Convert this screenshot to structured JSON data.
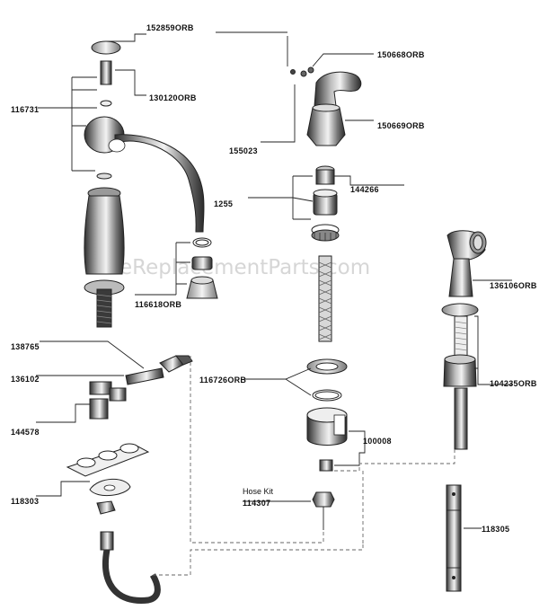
{
  "watermark": "eReplacementParts.com",
  "labels": {
    "p152859": "152859ORB",
    "p130120": "130120ORB",
    "p116731": "116731",
    "p150668": "150668ORB",
    "p150669": "150669ORB",
    "p155023": "155023",
    "p1255": "1255",
    "p144266": "144266",
    "p116618": "116618ORB",
    "p136106": "136106ORB",
    "p138765": "138765",
    "p136102": "136102",
    "p116726": "116726ORB",
    "p104235": "104235ORB",
    "p144578": "144578",
    "p100008": "100008",
    "p118303": "118303",
    "hose_kit": "Hose Kit",
    "p114307": "114307",
    "p118305": "118305"
  },
  "colors": {
    "finish_dark": "#3a3a3a",
    "finish_mid": "#8a8a8a",
    "finish_light": "#e2e2e2",
    "line": "#222222",
    "dashed": "#666666"
  }
}
